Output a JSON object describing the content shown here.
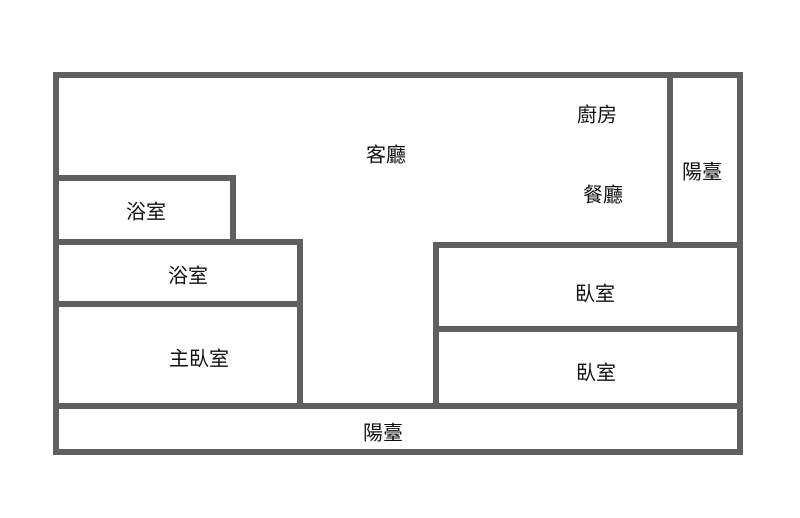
{
  "floor_plan": {
    "rooms": {
      "living_room": "客廳",
      "kitchen": "廚房",
      "dining_room": "餐廳",
      "balcony_right": "陽臺",
      "bathroom_1": "浴室",
      "bathroom_2": "浴室",
      "master_bedroom": "主臥室",
      "bedroom_1": "臥室",
      "bedroom_2": "臥室",
      "balcony_bottom": "陽臺"
    },
    "wall_color": "#5f5f5f"
  }
}
